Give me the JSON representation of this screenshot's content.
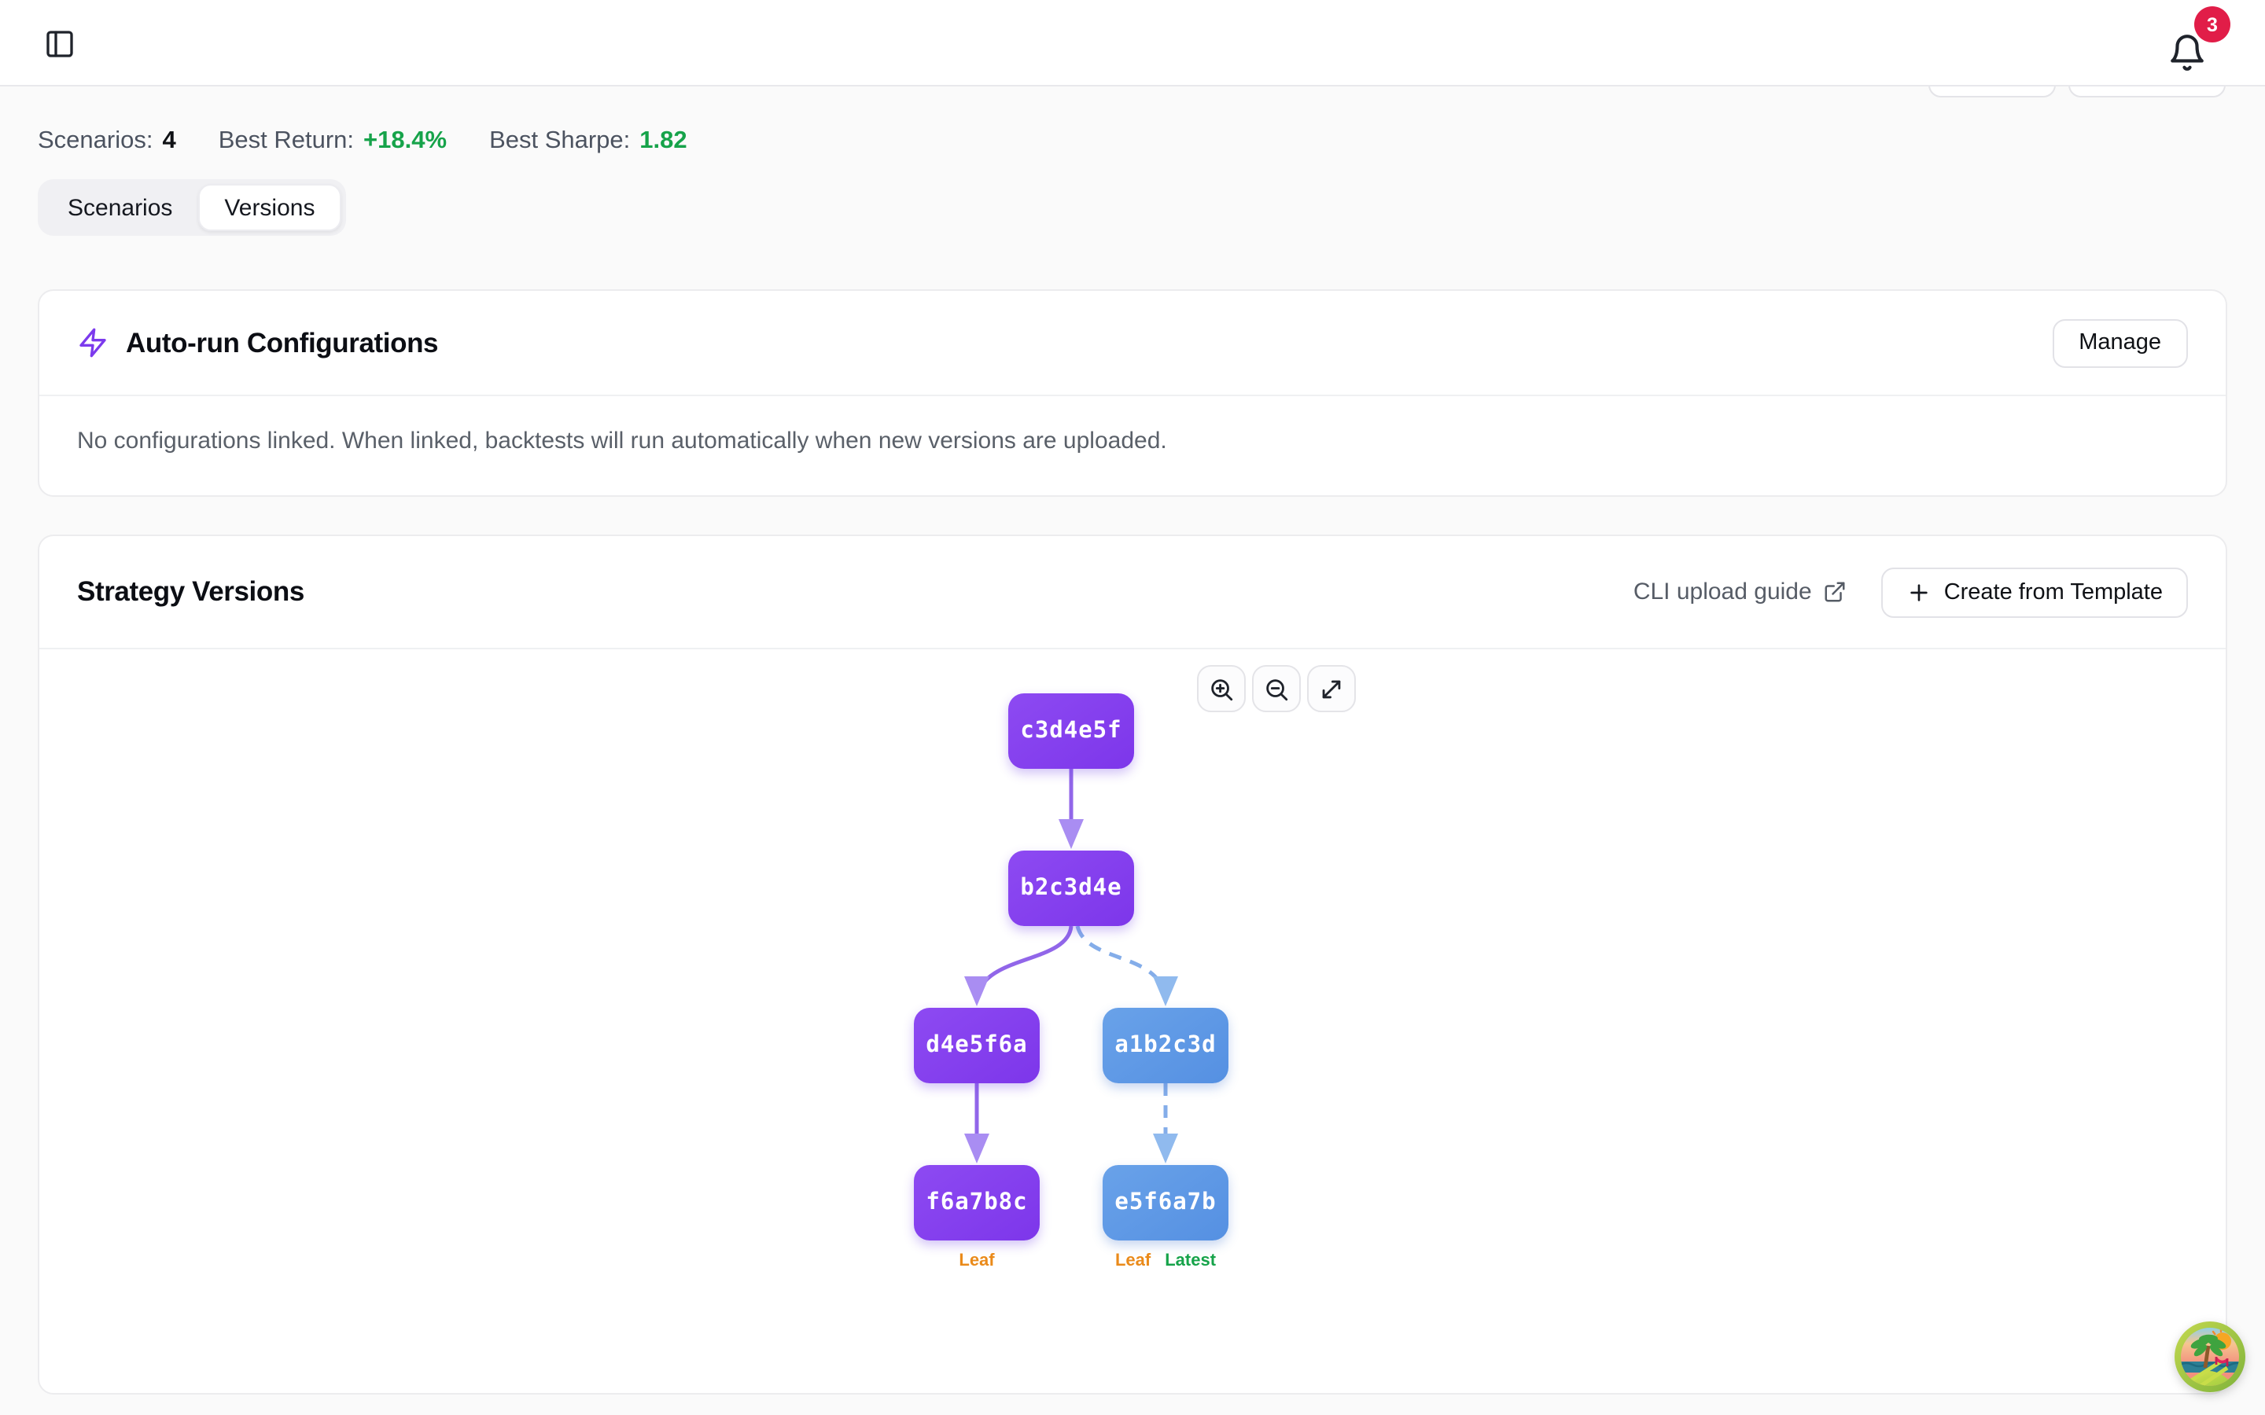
{
  "header": {
    "notification_count": "3"
  },
  "stats": {
    "scenarios_label": "Scenarios:",
    "scenarios_value": "4",
    "best_return_label": "Best Return:",
    "best_return_value": "+18.4%",
    "best_sharpe_label": "Best Sharpe:",
    "best_sharpe_value": "1.82"
  },
  "tabs": [
    {
      "label": "Scenarios",
      "active": false
    },
    {
      "label": "Versions",
      "active": true
    }
  ],
  "autorun": {
    "title": "Auto-run Configurations",
    "manage_label": "Manage",
    "empty_text": "No configurations linked. When linked, backtests will run automatically when new versions are uploaded."
  },
  "versions": {
    "title": "Strategy Versions",
    "cli_link_label": "CLI upload guide",
    "create_button_label": "Create from Template"
  },
  "tree": {
    "nodes": [
      {
        "id": "c3d4e5f",
        "color": "purple"
      },
      {
        "id": "b2c3d4e",
        "color": "purple"
      },
      {
        "id": "d4e5f6a",
        "color": "purple"
      },
      {
        "id": "a1b2c3d",
        "color": "blue"
      },
      {
        "id": "f6a7b8c",
        "color": "purple",
        "badges": [
          "Leaf"
        ]
      },
      {
        "id": "e5f6a7b",
        "color": "blue",
        "badges": [
          "Leaf",
          "Latest"
        ]
      }
    ],
    "edges": [
      {
        "from": "c3d4e5f",
        "to": "b2c3d4e",
        "style": "solid"
      },
      {
        "from": "b2c3d4e",
        "to": "d4e5f6a",
        "style": "solid"
      },
      {
        "from": "b2c3d4e",
        "to": "a1b2c3d",
        "style": "dashed"
      },
      {
        "from": "d4e5f6a",
        "to": "f6a7b8c",
        "style": "solid"
      },
      {
        "from": "a1b2c3d",
        "to": "e5f6a7b",
        "style": "dashed"
      }
    ],
    "badge_labels": {
      "leaf": "Leaf",
      "latest": "Latest"
    }
  },
  "colors": {
    "accent_purple": "#7c3aed",
    "node_purple": "#8544f0",
    "node_blue": "#5f99e6",
    "edge_purple": "#9166e9",
    "edge_blue": "#84ade9",
    "leaf_orange": "#ea8a1a",
    "latest_green": "#16a34a",
    "positive_green": "#16a34a",
    "badge_red": "#e11d48"
  }
}
